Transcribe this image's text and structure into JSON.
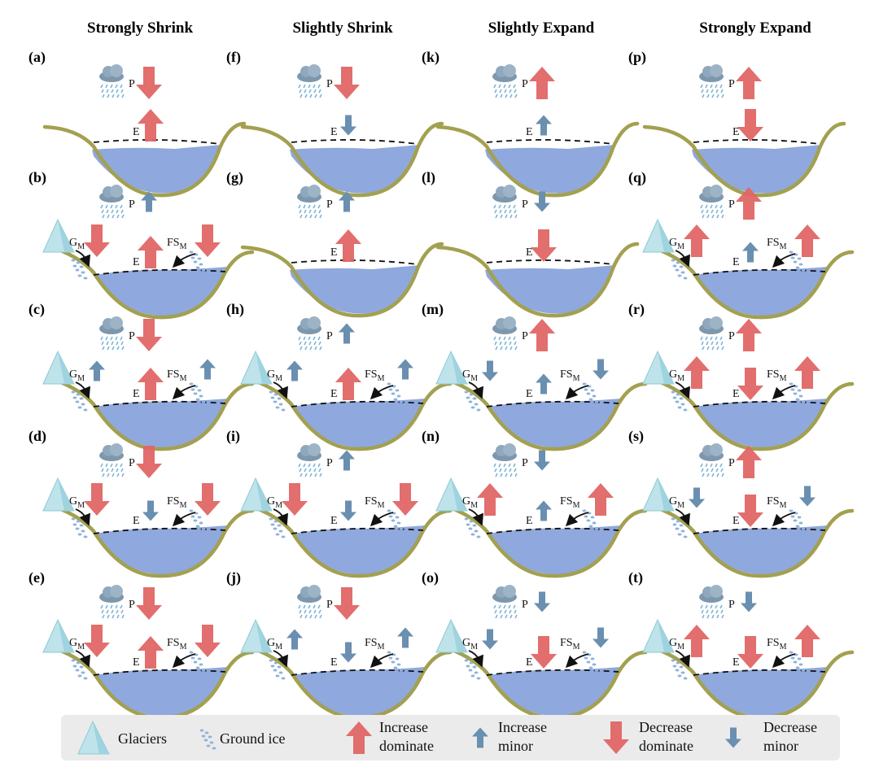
{
  "columns": [
    {
      "title": "Strongly Shrink"
    },
    {
      "title": "Slightly Shrink"
    },
    {
      "title": "Slightly Expand"
    },
    {
      "title": "Strongly Expand"
    }
  ],
  "symbols": {
    "P": "P",
    "E": "E",
    "G": "G",
    "FS": "FS",
    "sub": "M"
  },
  "colors": {
    "dominant": "#e06666",
    "minor": "#6a8fb0",
    "lake": "#8fa8dd",
    "bank": "#a3a050",
    "glacier": "#bfe3ea",
    "ground_ice": "#8fb3da"
  },
  "panels": [
    {
      "label": "(a)",
      "col": 0,
      "row": 0,
      "glacier": false,
      "P": "dec-dom",
      "E": "inc-dom"
    },
    {
      "label": "(b)",
      "col": 0,
      "row": 1,
      "glacier": true,
      "P": "inc-min",
      "E": "inc-dom",
      "G": "dec-dom",
      "FS": "dec-dom"
    },
    {
      "label": "(c)",
      "col": 0,
      "row": 2,
      "glacier": true,
      "P": "dec-dom",
      "E": "inc-dom",
      "G": "inc-min",
      "FS": "inc-min"
    },
    {
      "label": "(d)",
      "col": 0,
      "row": 3,
      "glacier": true,
      "P": "dec-dom",
      "E": "dec-min",
      "G": "dec-dom",
      "FS": "dec-dom"
    },
    {
      "label": "(e)",
      "col": 0,
      "row": 4,
      "glacier": true,
      "P": "dec-dom",
      "E": "inc-dom",
      "G": "dec-dom",
      "FS": "dec-dom"
    },
    {
      "label": "(f)",
      "col": 1,
      "row": 0,
      "glacier": false,
      "P": "dec-dom",
      "E": "dec-min"
    },
    {
      "label": "(g)",
      "col": 1,
      "row": 1,
      "glacier": false,
      "P": "inc-min",
      "E": "inc-dom"
    },
    {
      "label": "(h)",
      "col": 1,
      "row": 2,
      "glacier": true,
      "P": "inc-min",
      "E": "inc-dom",
      "G": "inc-min",
      "FS": "inc-min"
    },
    {
      "label": "(i)",
      "col": 1,
      "row": 3,
      "glacier": true,
      "P": "inc-min",
      "E": "dec-min",
      "G": "dec-dom",
      "FS": "dec-dom"
    },
    {
      "label": "(j)",
      "col": 1,
      "row": 4,
      "glacier": true,
      "P": "dec-dom",
      "E": "dec-min",
      "G": "inc-min",
      "FS": "inc-min"
    },
    {
      "label": "(k)",
      "col": 2,
      "row": 0,
      "glacier": false,
      "P": "inc-dom",
      "E": "inc-min"
    },
    {
      "label": "(l)",
      "col": 2,
      "row": 1,
      "glacier": false,
      "P": "dec-min",
      "E": "dec-dom"
    },
    {
      "label": "(m)",
      "col": 2,
      "row": 2,
      "glacier": true,
      "P": "inc-dom",
      "E": "inc-min",
      "G": "dec-min",
      "FS": "dec-min"
    },
    {
      "label": "(n)",
      "col": 2,
      "row": 3,
      "glacier": true,
      "P": "dec-min",
      "E": "inc-min",
      "G": "inc-dom",
      "FS": "inc-dom"
    },
    {
      "label": "(o)",
      "col": 2,
      "row": 4,
      "glacier": true,
      "P": "dec-min",
      "E": "dec-dom",
      "G": "dec-min",
      "FS": "dec-min"
    },
    {
      "label": "(p)",
      "col": 3,
      "row": 0,
      "glacier": false,
      "P": "inc-dom",
      "E": "dec-dom"
    },
    {
      "label": "(q)",
      "col": 3,
      "row": 1,
      "glacier": true,
      "P": "inc-dom",
      "E": "inc-min",
      "G": "inc-dom",
      "FS": "inc-dom"
    },
    {
      "label": "(r)",
      "col": 3,
      "row": 2,
      "glacier": true,
      "P": "inc-dom",
      "E": "dec-dom",
      "G": "inc-dom",
      "FS": "inc-dom"
    },
    {
      "label": "(s)",
      "col": 3,
      "row": 3,
      "glacier": true,
      "P": "inc-dom",
      "E": "dec-dom",
      "G": "dec-min",
      "FS": "dec-min"
    },
    {
      "label": "(t)",
      "col": 3,
      "row": 4,
      "glacier": true,
      "P": "dec-min",
      "E": "dec-dom",
      "G": "inc-dom",
      "FS": "inc-dom"
    }
  ],
  "legend": {
    "glaciers": "Glaciers",
    "ground_ice": "Ground ice",
    "increase_dominate": [
      "Increase",
      "dominate"
    ],
    "increase_minor": [
      "Increase",
      "minor"
    ],
    "decrease_dominate": [
      "Decrease",
      "dominate"
    ],
    "decrease_minor": [
      "Decrease",
      "minor"
    ]
  }
}
